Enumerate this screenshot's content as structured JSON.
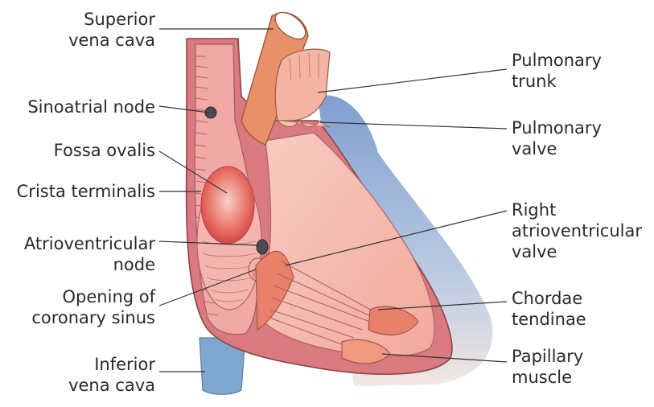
{
  "labels_left": [
    {
      "id": "superior-vena-cava",
      "lines": [
        "Superior",
        "vena cava"
      ]
    },
    {
      "id": "sinoatrial-node",
      "lines": [
        "Sinoatrial node"
      ]
    },
    {
      "id": "fossa-ovalis",
      "lines": [
        "Fossa ovalis"
      ]
    },
    {
      "id": "crista-terminalis",
      "lines": [
        "Crista terminalis"
      ]
    },
    {
      "id": "atrioventricular-node",
      "lines": [
        "Atrioventricular",
        "node"
      ]
    },
    {
      "id": "opening-of-coronary-sinus",
      "lines": [
        "Opening of",
        "coronary sinus"
      ]
    },
    {
      "id": "inferior-vena-cava",
      "lines": [
        "Inferior",
        "vena cava"
      ]
    }
  ],
  "labels_right": [
    {
      "id": "pulmonary-trunk",
      "lines": [
        "Pulmonary",
        "trunk"
      ]
    },
    {
      "id": "pulmonary-valve",
      "lines": [
        "Pulmonary",
        "valve"
      ]
    },
    {
      "id": "right-atrioventricular-valve",
      "lines": [
        "Right",
        "atrioventricular",
        "valve"
      ]
    },
    {
      "id": "chordae-tendinae",
      "lines": [
        "Chordae",
        "tendinae"
      ]
    },
    {
      "id": "papillary-muscle",
      "lines": [
        "Papillary",
        "muscle"
      ]
    }
  ],
  "colors": {
    "wall_outer": "#d97a80",
    "wall_inner": "#f1a9a6",
    "chamber": "#f6c3b8",
    "vessel_orange": "#e8906a",
    "vein_blue": "#7fa6cf",
    "shadow_blue": "#b9c9e2",
    "node_dark": "#4a4a55",
    "fossa": "#e05a55",
    "leader_line": "#333333",
    "text": "#2a2a2a"
  }
}
